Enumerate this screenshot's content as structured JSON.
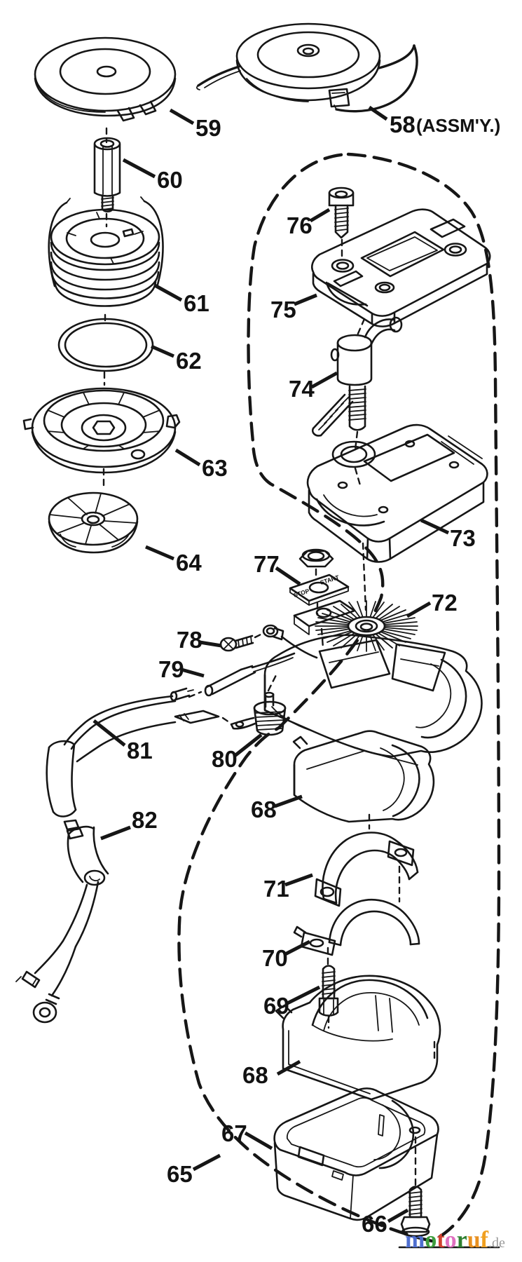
{
  "diagram": {
    "background": "#ffffff",
    "line_color": "#161616",
    "callouts": {
      "p58": {
        "number": "58",
        "suffix": "(ASSM'Y.)"
      },
      "p59": {
        "number": "59"
      },
      "p60": {
        "number": "60"
      },
      "p61": {
        "number": "61"
      },
      "p62": {
        "number": "62"
      },
      "p63": {
        "number": "63"
      },
      "p64": {
        "number": "64"
      },
      "p65": {
        "number": "65"
      },
      "p66": {
        "number": "66"
      },
      "p67": {
        "number": "67"
      },
      "p68_upper": {
        "number": "68"
      },
      "p68_lower": {
        "number": "68"
      },
      "p69": {
        "number": "69"
      },
      "p70": {
        "number": "70"
      },
      "p71": {
        "number": "71"
      },
      "p72": {
        "number": "72"
      },
      "p73": {
        "number": "73"
      },
      "p74": {
        "number": "74"
      },
      "p75": {
        "number": "75"
      },
      "p76": {
        "number": "76"
      },
      "p77": {
        "number": "77"
      },
      "p78": {
        "number": "78"
      },
      "p79": {
        "number": "79"
      },
      "p80": {
        "number": "80"
      },
      "p81": {
        "number": "81"
      },
      "p82": {
        "number": "82"
      }
    },
    "switch_plate": {
      "stop": "STOP",
      "start": "START"
    },
    "watermark": {
      "letters": [
        {
          "char": "m",
          "color": "#4f6fd0"
        },
        {
          "char": "o",
          "color": "#3e9e3e"
        },
        {
          "char": "t",
          "color": "#d04030"
        },
        {
          "char": "o",
          "color": "#e070c0"
        },
        {
          "char": "r",
          "color": "#2e8030"
        },
        {
          "char": "u",
          "color": "#e89020"
        },
        {
          "char": "f",
          "color": "#f0a020"
        }
      ],
      "suffix": ".de",
      "suffix_color": "#9a9a9a"
    }
  }
}
